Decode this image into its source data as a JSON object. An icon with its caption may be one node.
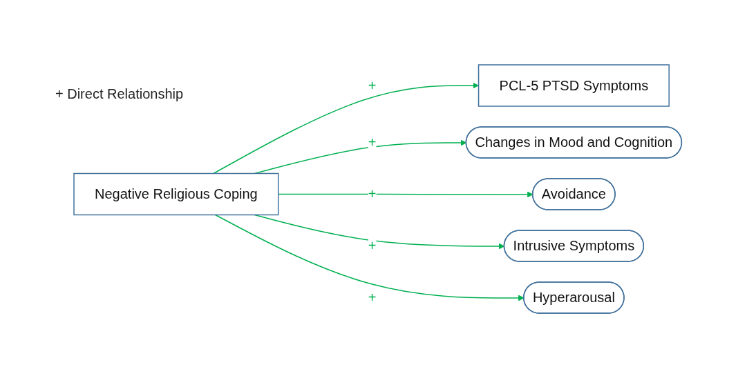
{
  "diagram": {
    "nodes": [
      {
        "text": [
          "Negative Religious Coping"
        ]
      },
      {
        "text": [
          "PCL-5 PTSD Symptoms"
        ]
      },
      {
        "text": [
          "Changes in Mood and Cognition"
        ]
      },
      {
        "text": [
          "Avoidance"
        ]
      },
      {
        "text": [
          "Intrusive Symptoms"
        ]
      },
      {
        "text": [
          "Hyperarousal"
        ]
      }
    ],
    "edges": [
      {
        "from": 0,
        "to": 1,
        "arrow": "to",
        "label": "+"
      },
      {
        "from": 0,
        "to": 2,
        "arrow": "to",
        "label": "+"
      },
      {
        "from": 0,
        "to": 3,
        "arrow": "to",
        "label": "+"
      },
      {
        "from": 0,
        "to": 4,
        "arrow": "to",
        "label": "+"
      },
      {
        "from": 0,
        "to": 5,
        "arrow": "to",
        "label": "+"
      }
    ],
    "labels": [
      "+ Direct Relationship"
    ]
  }
}
